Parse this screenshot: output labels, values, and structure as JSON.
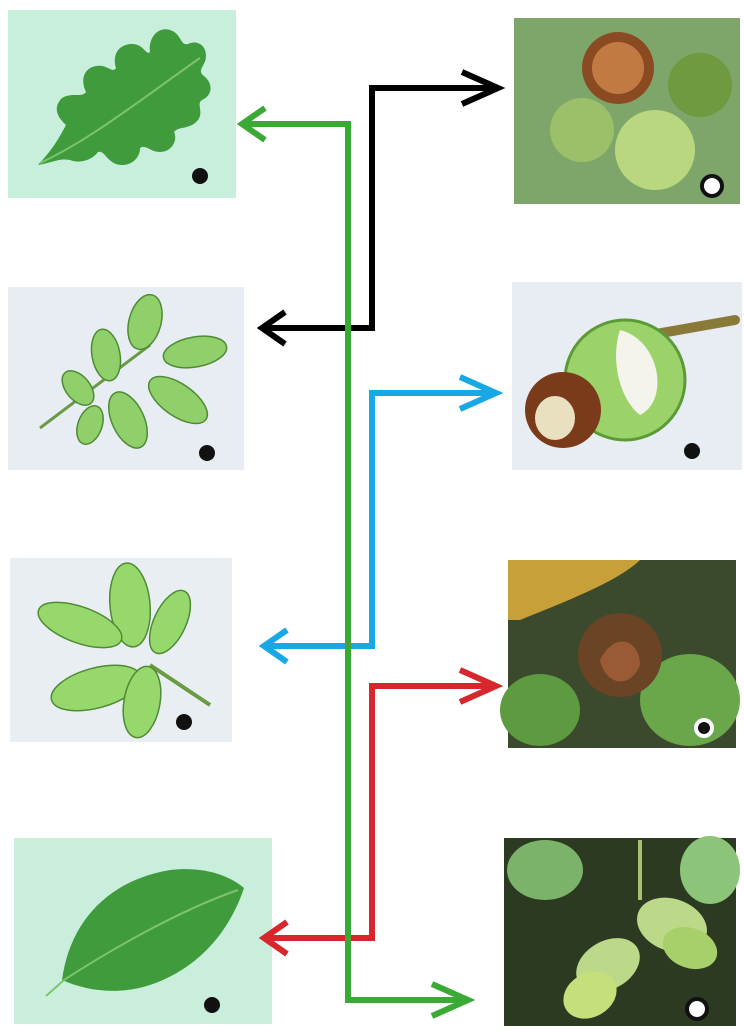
{
  "title": "",
  "leaves": [
    {
      "id": "oak-leaf",
      "kind": "oak",
      "tint": "#c8efdc"
    },
    {
      "id": "walnut-leaf",
      "kind": "pinnate",
      "tint": "#e8edf3"
    },
    {
      "id": "chestnut-leaf",
      "kind": "palmate",
      "tint": "#e9eef3"
    },
    {
      "id": "beech-leaf",
      "kind": "beech",
      "tint": "#c9efdc"
    }
  ],
  "fruits": [
    {
      "id": "walnut-fruit",
      "kind": "walnut",
      "tint": "#7fa66a"
    },
    {
      "id": "horse-chestnut-fruit",
      "kind": "conker",
      "tint": "#e7edf2"
    },
    {
      "id": "beech-nut-fruit",
      "kind": "beechnut",
      "tint": "#3b4a2c"
    },
    {
      "id": "acorn-fruit",
      "kind": "acorn",
      "tint": "#2c3a22"
    }
  ],
  "matches": [
    {
      "leaf": "walnut-leaf",
      "fruit": "walnut-fruit",
      "color": "#000000"
    },
    {
      "leaf": "chestnut-leaf",
      "fruit": "horse-chestnut-fruit",
      "color": "#19a8e6"
    },
    {
      "leaf": "beech-leaf",
      "fruit": "beech-nut-fruit",
      "color": "#d7262c"
    },
    {
      "leaf": "oak-leaf",
      "fruit": "acorn-fruit",
      "color": "#3aaa35"
    }
  ]
}
